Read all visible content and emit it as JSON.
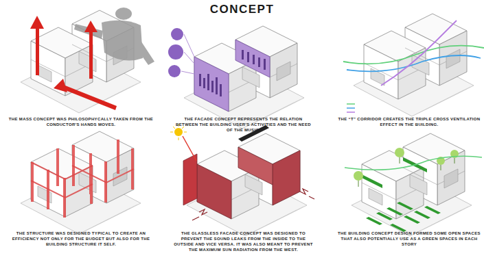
{
  "diagram": {
    "title": "CONCEPT",
    "labels": [
      "THE MASS CONCEPT WAS PHILOSOPHYCALLY TAKEN FROM THE CONDUCTOR'S HANDS MOVES.",
      "THE FACADE CONCEPT REPRESENTS THE RELATION BETWEEN THE BUILDING USER'S ACTIVITIES AND THE NEED OF THE MUSIC.",
      "THE “T” CORRIDOR CREATES THE TRIPLE CROSS VENTILATION EFFECT IN THE BUILDING.",
      "THE STRUCTURE WAS DESIGNED TYPICAL TO CREATE AN EFFICIENCY NOT ONLY FOR THE BUDGET BUT ALSO FOR THE BUILDING STRUCTURE IT SELF.",
      "THE GLASSLESS FACADE CONCEPT WAS DESIGNED TO PREVENT THE SOUND LEAKS FROM THE INSIDE TO THE OUTSIDE AND VICE VERSA. IT WAS ALSO MEANT TO PREVENT THE MAXIMUM SUN RADIATION FROM THE WEST.",
      "THE BUILDING CONCEPT DESIGN FORMED SOME OPEN SPACES THAT ALSO POTENTIALLY USE AS A GREEN SPACES IN EACH STORY"
    ]
  }
}
